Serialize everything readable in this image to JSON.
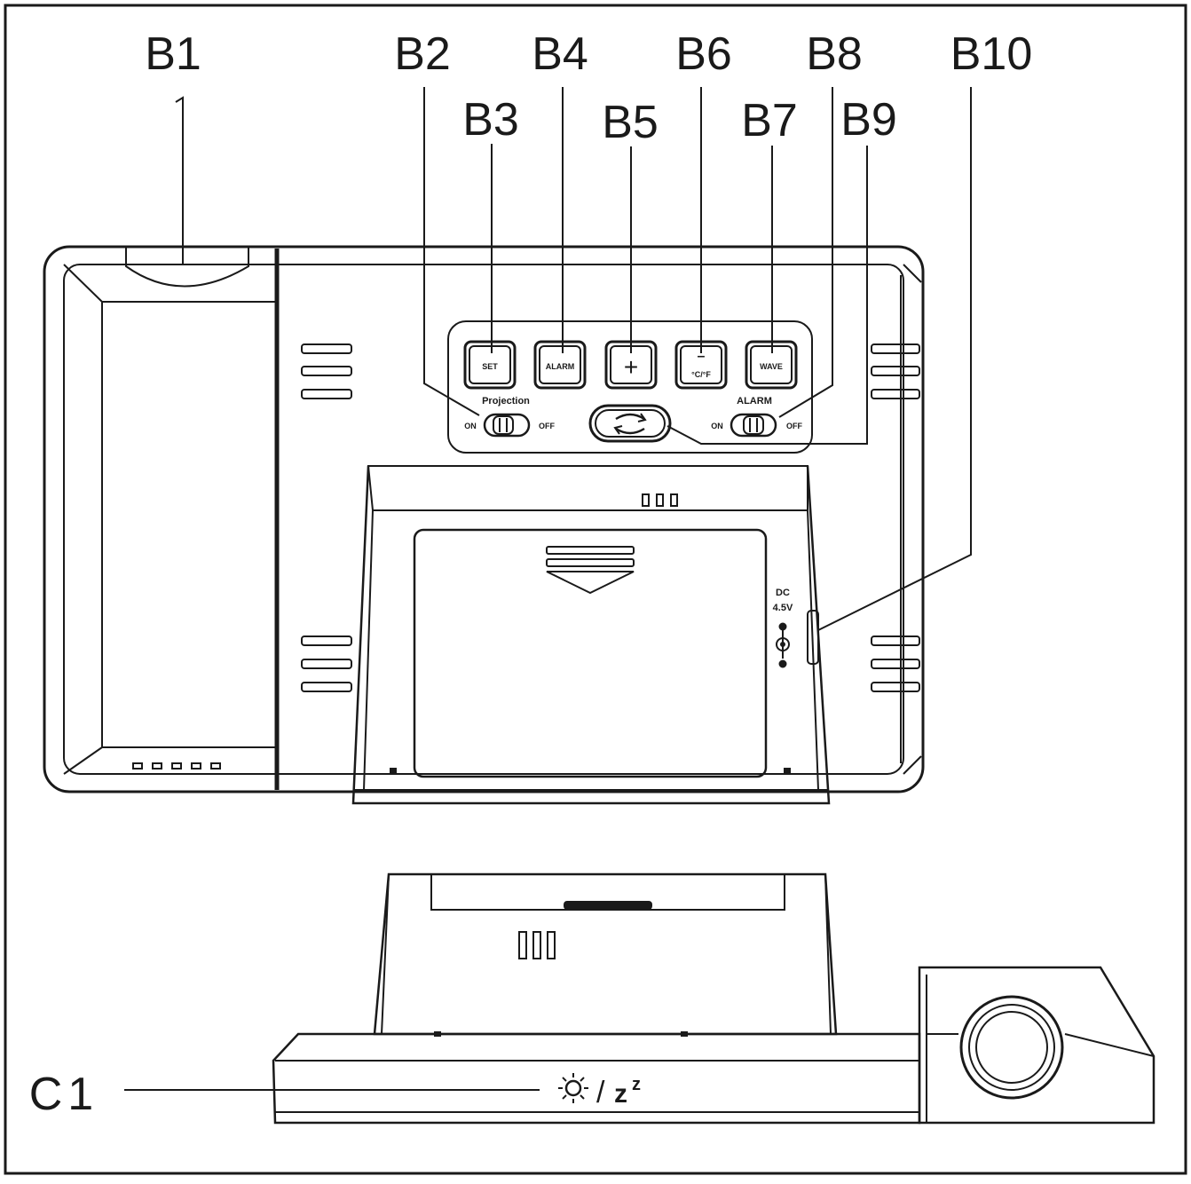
{
  "callouts": {
    "b1": "B1",
    "b2": "B2",
    "b3": "B3",
    "b4": "B4",
    "b5": "B5",
    "b6": "B6",
    "b7": "B7",
    "b8": "B8",
    "b9": "B9",
    "b10": "B10",
    "c1": "C1"
  },
  "buttons": {
    "set": "SET",
    "alarm": "ALARM",
    "plus": "+",
    "minus": "–",
    "unit": "°C/°F",
    "wave": "WAVE"
  },
  "switches": {
    "projection_label": "Projection",
    "projection_on": "ON",
    "projection_off": "OFF",
    "alarm_label": "ALARM",
    "alarm_on": "ON",
    "alarm_off": "OFF"
  },
  "dc_jack": {
    "line1": "DC",
    "line2": "4.5V"
  },
  "side_view": {
    "symbol_slash": "/",
    "snooze": "z",
    "snooze_sup": "z"
  },
  "icons": [
    "rotate-arrows-icon",
    "sun-icon",
    "polarity-icon"
  ],
  "colors": {
    "line": "#1a1a1a",
    "background": "#ffffff"
  }
}
